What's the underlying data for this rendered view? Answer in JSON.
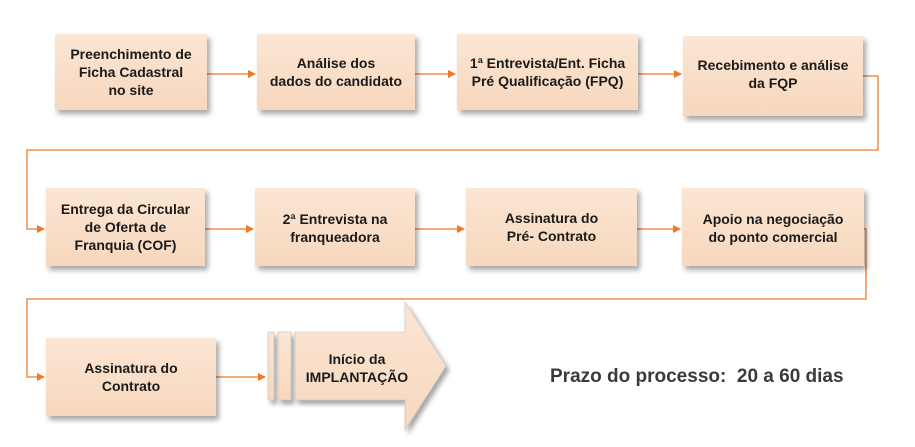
{
  "colors": {
    "box_fill": "#f9dfc9",
    "connector": "#f0782a",
    "arrow_fill": "#f9dfc9",
    "text": "#1a1a1a"
  },
  "steps": [
    {
      "label": "Preenchimento de\nFicha Cadastral\nno site"
    },
    {
      "label": "Análise dos\ndados do candidato"
    },
    {
      "label": "1ª Entrevista/Ent. Ficha\nPré Qualificação (FPQ)"
    },
    {
      "label": "Recebimento e análise\nda FQP"
    },
    {
      "label": "Entrega da Circular\nde Oferta de\nFranquia (COF)"
    },
    {
      "label": "2ª Entrevista na\nfranqueadora"
    },
    {
      "label": "Assinatura do\nPré- Contrato"
    },
    {
      "label": "Apoio na negociação\ndo ponto comercial"
    },
    {
      "label": "Assinatura do\nContrato"
    }
  ],
  "final_step": {
    "label": "Início da\nIMPLANTAÇÃO"
  },
  "deadline": "Prazo do processo:  20 a 60 dias"
}
